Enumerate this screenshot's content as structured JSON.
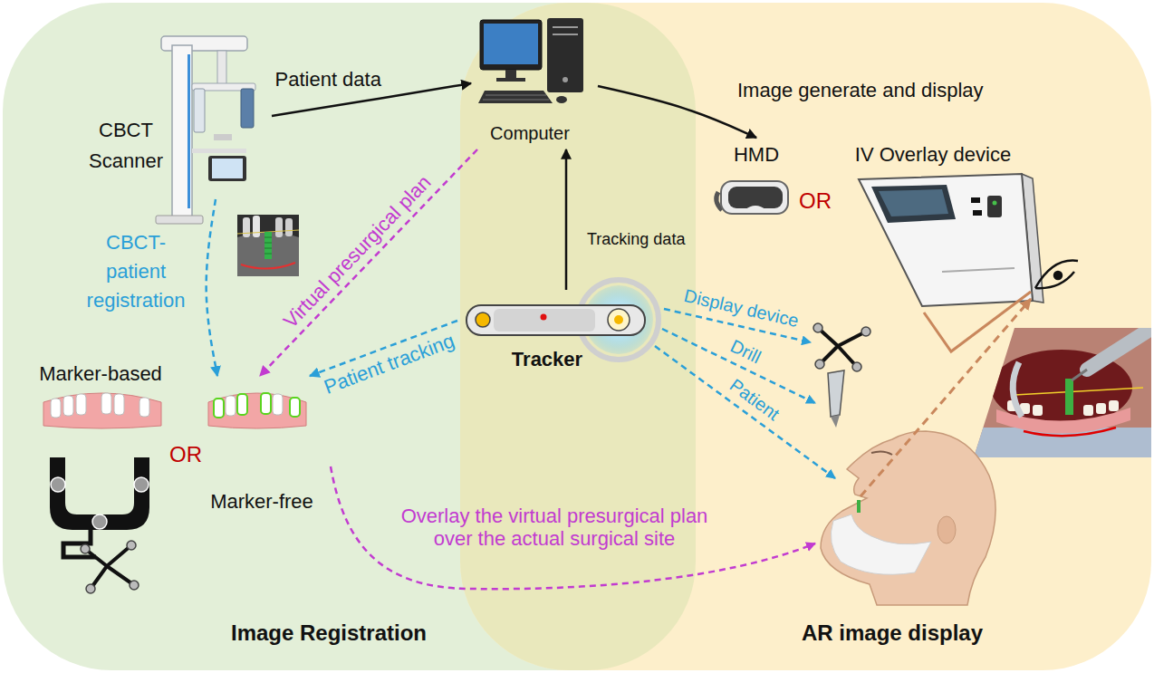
{
  "diagram": {
    "nodes": [
      {
        "text": [
          "Image Registration"
        ]
      },
      {
        "text": [
          "AR image display"
        ]
      },
      {
        "text": [
          "CBCT Scanner"
        ],
        "in": 0
      },
      {
        "text": [
          "Computer"
        ]
      },
      {
        "text": [
          "HMD"
        ],
        "in": 1
      },
      {
        "text": [
          "IV Overlay device"
        ],
        "in": 1
      },
      {
        "text": [
          "Tracker"
        ]
      },
      {
        "text": [
          "Marker-based"
        ],
        "in": 0
      },
      {
        "text": [
          "Marker-free"
        ],
        "in": 0
      }
    ],
    "edges": [
      {
        "from": 2,
        "to": 3,
        "label": "Patient data",
        "arrow": "to"
      },
      {
        "from": 3,
        "to": 4,
        "label": "Image generate and display",
        "arrow": "to"
      },
      {
        "from": 6,
        "to": 3,
        "label": "Tracking data",
        "arrow": "to"
      },
      {
        "from": 2,
        "to": 8,
        "label": "CBCT-patient registration",
        "arrow": "to"
      },
      {
        "from": 3,
        "to": 8,
        "label": "Virtual presurgical plan",
        "arrow": "to"
      },
      {
        "from": 6,
        "to": 8,
        "label": "Patient tracking",
        "arrow": "to"
      }
    ],
    "labels": [
      "OR",
      "Display device",
      "Drill",
      "Patient",
      "OR",
      "Overlay the virtual presurgical plan over the actual surgical site"
    ]
  }
}
